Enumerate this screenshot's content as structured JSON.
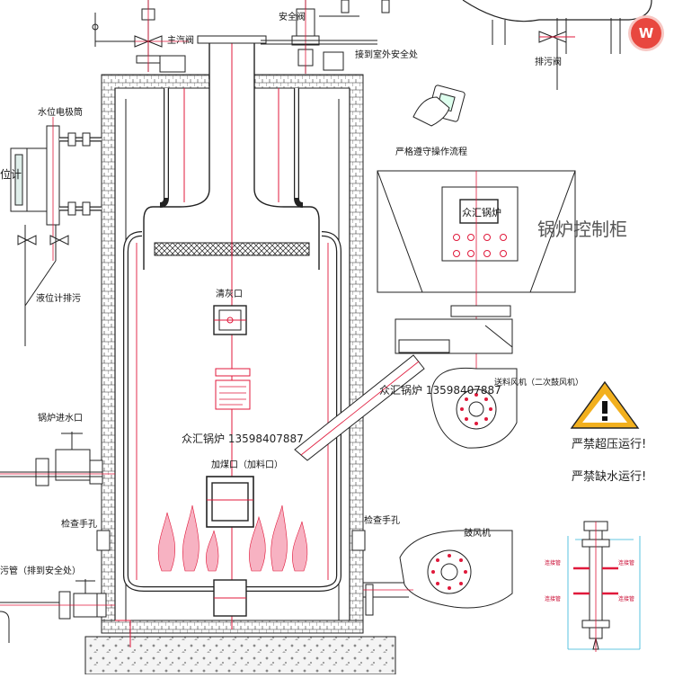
{
  "labels": {
    "main_valve": "主汽阀",
    "safety_valve": "安全阀",
    "to_outdoor_safe": "接到室外安全处",
    "drain_valve": "排污阀",
    "water_level_probe": "水位电极筒",
    "level_gauge": "位计",
    "level_gauge_drain": "液位计排污",
    "follow_procedure": "严格遵守操作流程",
    "control_cabinet": "锅炉控制柜",
    "brand_panel": "众汇锅炉",
    "cleaning_port": "清灰口",
    "contact_1": "众汇锅炉 13598407887",
    "contact_2": "众汇锅炉 13598407887",
    "feed_port": "加煤口（加料口）",
    "inlet_port": "锅炉进水口",
    "inspect_hole_left": "检查手孔",
    "inspect_hole_right": "检查手孔",
    "sewage_pipe": "污管（排到安全处）",
    "blower": "送料风机（二次鼓风机）",
    "induced_fan": "鼓风机",
    "warn_overpressure": "严禁超压运行!",
    "warn_lowwater": "严禁缺水运行!",
    "inset_labels": [
      "连接管",
      "连接管",
      "连接管",
      "连接管"
    ]
  },
  "badge": {
    "text": "W"
  },
  "colors": {
    "line": "#1a1a1a",
    "red": "#e0193b",
    "flame": "#f7b2c2",
    "warning": "#f2b01e",
    "cyan": "#2fb4d8"
  }
}
